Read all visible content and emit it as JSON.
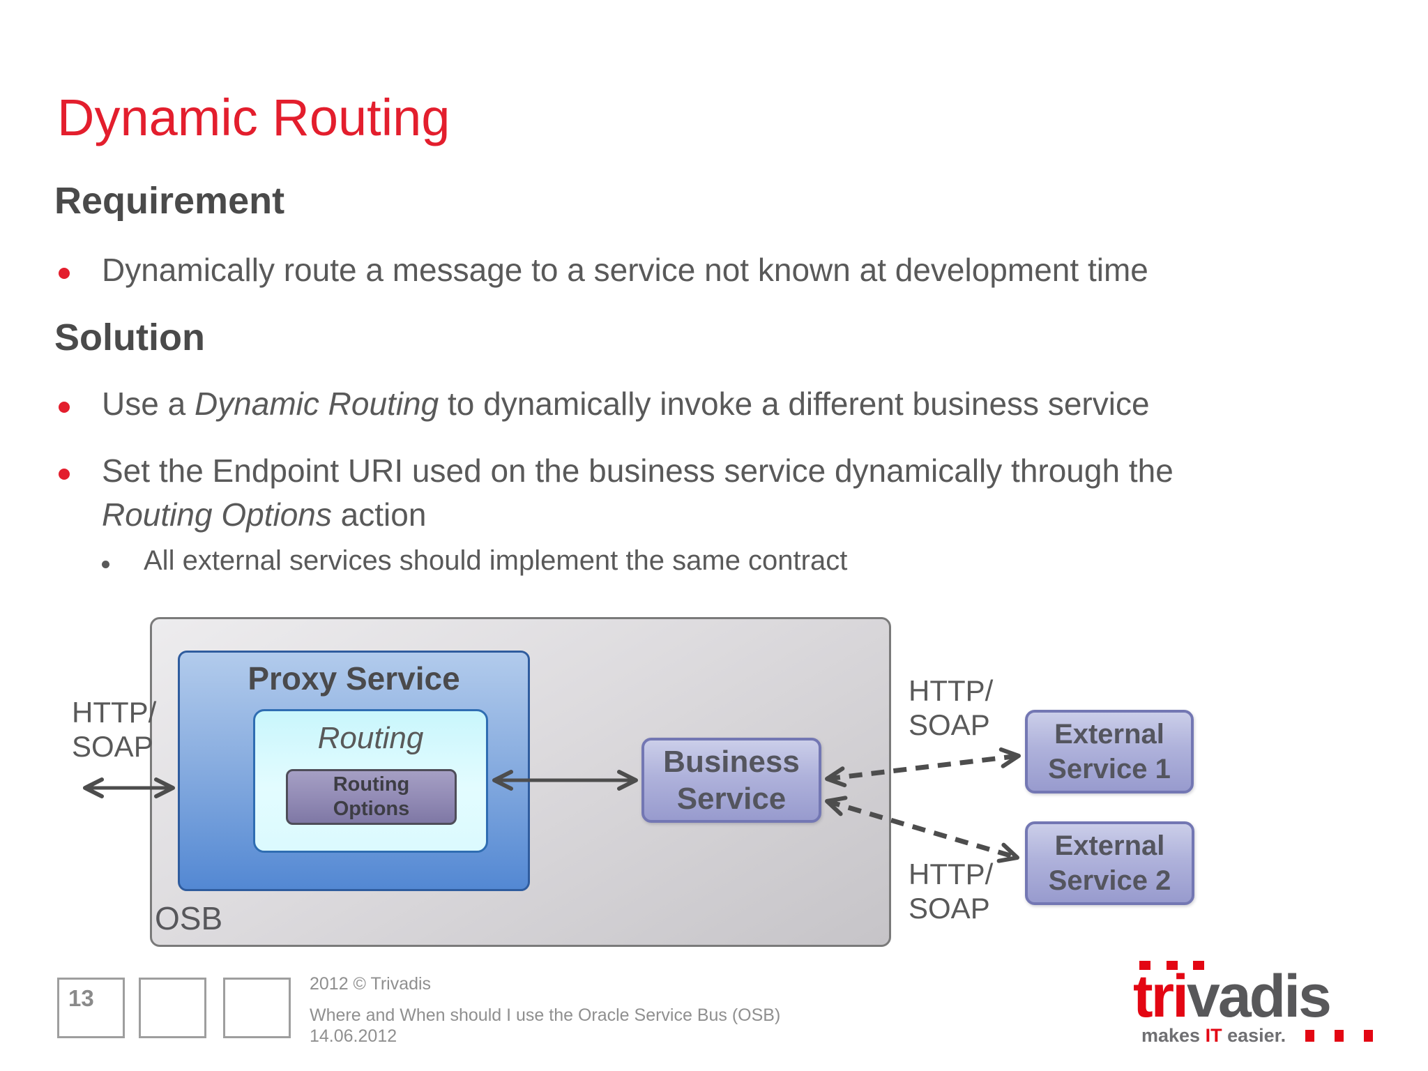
{
  "slide": {
    "title": "Dynamic Routing",
    "requirement": {
      "heading": "Requirement",
      "bullet": "Dynamically route a message to a service not known at development time"
    },
    "solution": {
      "heading": "Solution",
      "bullet1": {
        "pre": "Use a ",
        "em": "Dynamic Routing",
        "post": " to dynamically invoke a different business service"
      },
      "bullet2": {
        "pre": "Set the Endpoint URI used on the business service dynamically through the",
        "em": "Routing Options",
        "post": " action"
      },
      "sub_bullet": "All external services should implement the same contract"
    }
  },
  "diagram": {
    "osb_label": "OSB",
    "proxy_service_label": "Proxy Service",
    "routing_label": "Routing",
    "routing_options_label": "Routing Options",
    "business_service_label": "Business Service",
    "external_service1_label": "External Service 1",
    "external_service2_label": "External Service 2",
    "http_soap_left": "HTTP/\nSOAP",
    "http_soap_right_top": "HTTP/\nSOAP",
    "http_soap_right_bottom": "HTTP/\nSOAP"
  },
  "footer": {
    "page_number": "13",
    "copyright": "2012 © Trivadis",
    "subtitle": "Where and When should I use the Oracle Service Bus (OSB)",
    "date": "14.06.2012"
  },
  "logo": {
    "brand_red": "tri",
    "brand_gray": "vadis",
    "tagline_pre": "makes ",
    "tagline_accent": "IT",
    "tagline_post": " easier."
  },
  "colors": {
    "title_red": "#E31E2D",
    "brand_red": "#E30613",
    "heading_gray": "#4A4A4A",
    "body_gray": "#595959",
    "footer_gray": "#8F8F8F",
    "arrow_gray": "#4D4D4D",
    "proxy_blue": "#5388D3",
    "routing_cyan": "#E3FCFF",
    "service_purple": "#AFB2DB",
    "osb_gray": "#DDDBDE"
  }
}
